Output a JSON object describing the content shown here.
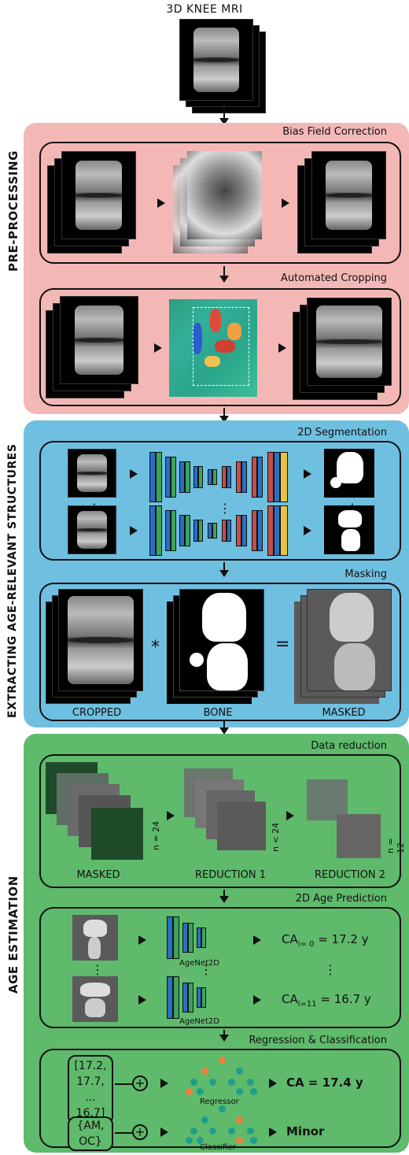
{
  "title": "3D KNEE MRI",
  "sections": {
    "pre": {
      "label": "PRE-PROCESSING",
      "bias_title": "Bias Field Correction",
      "crop_title": "Automated Cropping"
    },
    "ext": {
      "label": "EXTRACTING AGE-RELEVANT STRUCTURES",
      "seg_title": "2D Segmentation",
      "mask_title": "Masking",
      "cropped": "CROPPED",
      "bone": "BONE",
      "masked": "MASKED",
      "star": "*",
      "equals": "="
    },
    "age": {
      "label": "AGE ESTIMATION",
      "reduction_title": "Data reduction",
      "masked": "MASKED",
      "reduction1": "REDUCTION 1",
      "reduction2": "REDUCTION 2",
      "n24": "n = 24",
      "nlt24": "n < 24",
      "n12": "n = 12",
      "prediction_title": "2D Age Prediction",
      "net_label": "AgeNet2D",
      "ca_top_prefix": "CA",
      "ca_top_sub": "i= 0",
      "ca_top_value": " = 17.2 y",
      "ca_bot_prefix": "CA",
      "ca_bot_sub": "i=11",
      "ca_bot_value": " = 16.7 y",
      "rc_title": "Regression & Classification",
      "vector_lines": [
        "[17.2,",
        "17.7,",
        "...",
        "16.7]"
      ],
      "set_lines": [
        "{AM,",
        "OC}"
      ],
      "regressor": "Regressor",
      "classifier": "Classifier",
      "ca_result": "CA = 17.4 y",
      "minor": "Minor",
      "plus": "+"
    },
    "vdots": "⋮"
  },
  "colors": {
    "pre_bg": "#f3b8b6",
    "ext_bg": "#6fbfe0",
    "age_bg": "#5fba6c",
    "net_blue": "#2a6fc4",
    "net_green": "#3aa55a",
    "net_red": "#c0504d",
    "net_yellow": "#e8c540",
    "tree_orange": "#f08040",
    "tree_teal": "#1f9e8c"
  }
}
